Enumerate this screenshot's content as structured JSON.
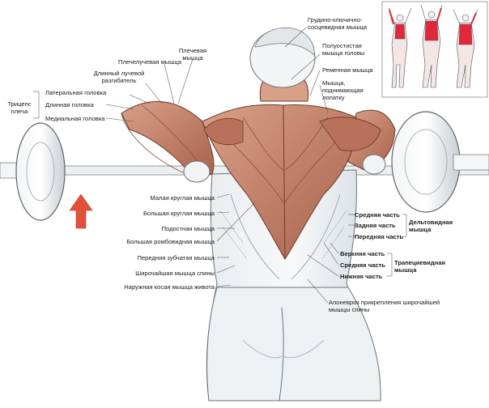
{
  "labels": {
    "sternocleidomastoid": "Грудино-ключично-\nсосцевидная мышца",
    "semispinalis": "Полуостистая\nмышца головы",
    "splenius": "Ременная мышца",
    "levator_scapulae": "Мышца,\nподнимающая\nлопатку",
    "brachialis_top": "Плечевая\nмышца",
    "brachioradialis": "Плечелучевая мышца",
    "ext_carpi_radialis": "Длинный лучевой\nразгибатель",
    "lateral_head": "Латеральная головка",
    "long_head": "Длинная головка",
    "medial_head": "Медиальная головка",
    "triceps": "Трицепс\nплеча",
    "teres_minor": "Малая круглая мышца",
    "teres_major": "Большая круглая мышца",
    "infraspinatus": "Подостная мышца",
    "rhomboid_major": "Большая ромбовидная мышца",
    "serratus_anterior": "Передняя зубчатая мышца",
    "latissimus": "Широчайшая мышца спины",
    "external_oblique": "Наружная косая мышца живота",
    "delt_middle": "Средняя часть",
    "delt_posterior": "Задняя часть",
    "delt_anterior": "Передняя часть",
    "deltoid": "Дельтовидная\nмышца",
    "trap_upper": "Верхняя часть",
    "trap_middle": "Средняя часть",
    "trap_lower": "Нижняя часть",
    "trapezius": "Трапециевидная\nмышца",
    "aponeurosis": "Апоневроз прикрепления широчайшей\nмышцы спины"
  },
  "colors": {
    "muscle": "#c98a6f",
    "muscle_dark": "#9a5a45",
    "skin_shade": "#cfd6dd",
    "bar": "#e8eaec",
    "arrow": "#e0503a",
    "inset_muscle": "#e0283a"
  }
}
